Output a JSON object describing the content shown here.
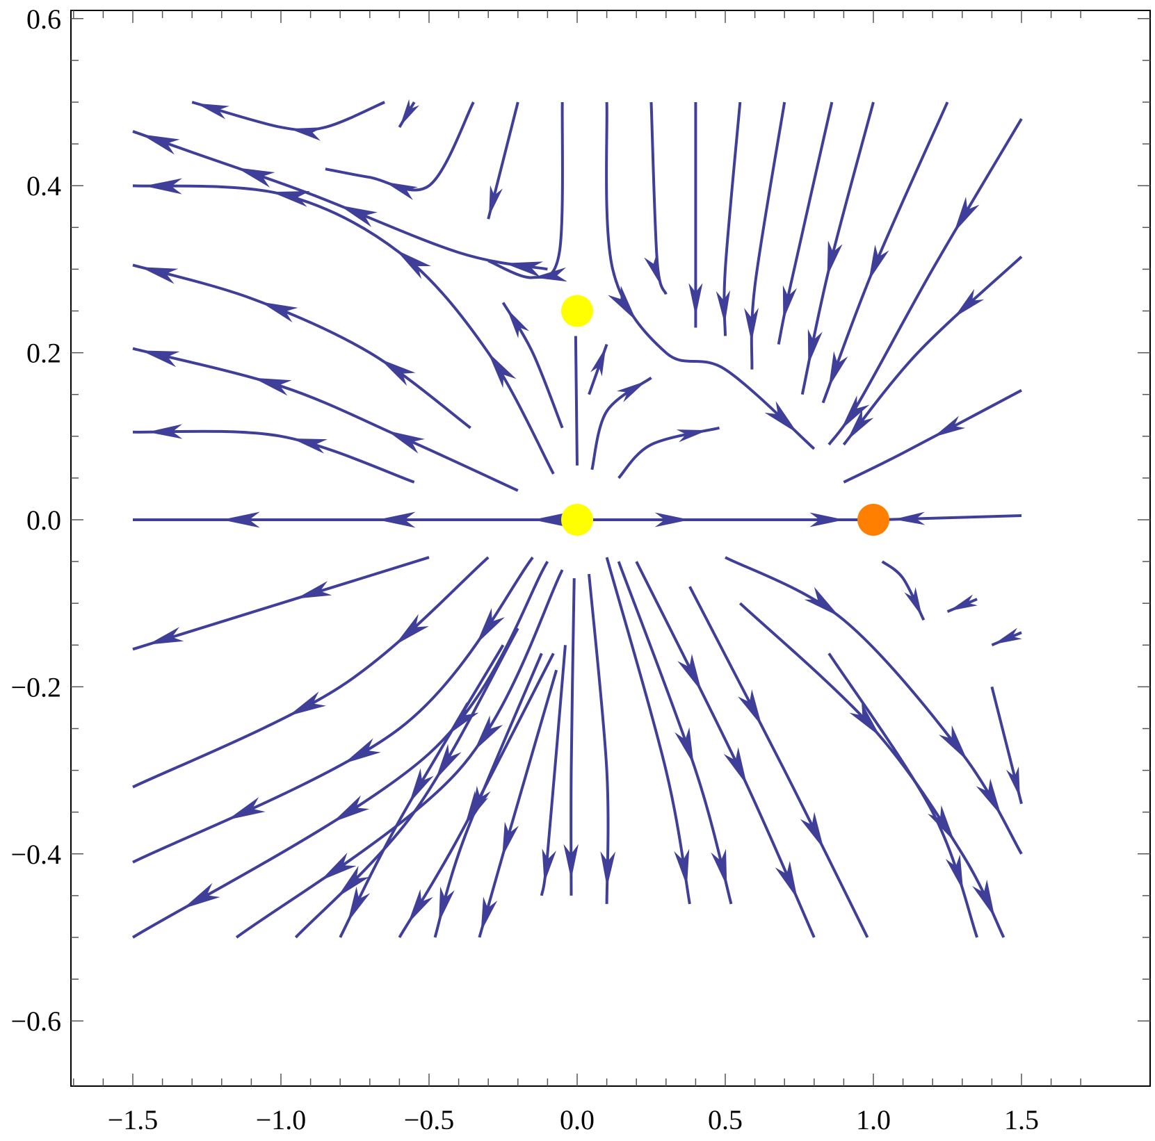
{
  "chart_data": {
    "type": "streamplot",
    "title": "",
    "xlabel": "",
    "ylabel": "",
    "xlim": [
      -1.7,
      1.7
    ],
    "ylim": [
      -0.6,
      0.6
    ],
    "grid": false,
    "x_ticks": [
      -1.5,
      -1.0,
      -0.5,
      0.0,
      0.5,
      1.0,
      1.5
    ],
    "x_tick_labels": [
      "−1.5",
      "−1.0",
      "−0.5",
      "0.0",
      "0.5",
      "1.0",
      "1.5"
    ],
    "y_ticks": [
      -0.6,
      -0.4,
      -0.2,
      0.0,
      0.2,
      0.4,
      0.6
    ],
    "y_tick_labels": [
      "−0.6",
      "−0.4",
      "−0.2",
      "0.0",
      "0.2",
      "0.4",
      "0.6"
    ],
    "stream_color": "#3f3f9a",
    "fixed_points": [
      {
        "x": 0.0,
        "y": 0.25,
        "color": "#ffff00",
        "label": "yellow point"
      },
      {
        "x": 0.0,
        "y": 0.0,
        "color": "#ffff00",
        "label": "yellow point"
      },
      {
        "x": 1.0,
        "y": 0.0,
        "color": "#ff8000",
        "label": "orange point"
      }
    ],
    "streamlines": [
      {
        "points": [
          [
            0.0,
            0.0
          ],
          [
            -0.5,
            0.0
          ],
          [
            -1.0,
            0.0
          ],
          [
            -1.5,
            0.0
          ]
        ],
        "arrows": [
          0.1,
          0.45,
          0.8
        ]
      },
      {
        "points": [
          [
            0.0,
            0.0
          ],
          [
            0.5,
            0.0
          ],
          [
            0.95,
            0.0
          ]
        ],
        "arrows": [
          0.4,
          0.95
        ]
      },
      {
        "points": [
          [
            1.5,
            0.005
          ],
          [
            1.02,
            0.0
          ]
        ],
        "arrows": [
          0.9
        ]
      },
      {
        "points": [
          [
            -0.55,
            0.045
          ],
          [
            -1.0,
            0.1
          ],
          [
            -1.5,
            0.105
          ]
        ],
        "arrows": [
          0.45,
          0.95
        ]
      },
      {
        "points": [
          [
            -0.2,
            0.035
          ],
          [
            -0.6,
            0.1
          ],
          [
            -1.0,
            0.16
          ],
          [
            -1.5,
            0.205
          ]
        ],
        "arrows": [
          0.35,
          0.7,
          0.98
        ]
      },
      {
        "points": [
          [
            -0.36,
            0.11
          ],
          [
            -0.7,
            0.2
          ],
          [
            -1.1,
            0.265
          ],
          [
            -1.5,
            0.305
          ]
        ],
        "arrows": [
          0.3,
          0.65,
          0.98
        ]
      },
      {
        "points": [
          [
            -0.08,
            0.055
          ],
          [
            -0.3,
            0.2
          ],
          [
            -0.6,
            0.32
          ],
          [
            -1.0,
            0.39
          ],
          [
            -1.5,
            0.4
          ]
        ],
        "arrows": [
          0.25,
          0.5,
          0.75,
          0.98
        ]
      },
      {
        "points": [
          [
            -0.1,
            0.3
          ],
          [
            -0.4,
            0.32
          ],
          [
            -0.9,
            0.39
          ],
          [
            -1.3,
            0.44
          ],
          [
            -1.5,
            0.465
          ]
        ],
        "arrows": [
          0.1,
          0.5,
          0.75,
          0.98
        ]
      },
      {
        "points": [
          [
            -0.65,
            0.5
          ],
          [
            -0.85,
            0.47
          ],
          [
            -1.0,
            0.47
          ],
          [
            -1.3,
            0.5
          ]
        ],
        "arrows": [
          0.5,
          0.98
        ]
      },
      {
        "points": [
          [
            -0.35,
            0.5
          ],
          [
            -0.5,
            0.4
          ],
          [
            -0.7,
            0.41
          ],
          [
            -0.85,
            0.42
          ]
        ],
        "arrows": [
          0.7
        ]
      },
      {
        "points": [
          [
            -0.2,
            0.5
          ],
          [
            -0.3,
            0.36
          ]
        ],
        "arrows": [
          0.98
        ]
      },
      {
        "points": [
          [
            -0.05,
            0.5
          ],
          [
            -0.06,
            0.32
          ],
          [
            -0.15,
            0.29
          ],
          [
            -0.3,
            0.31
          ]
        ],
        "arrows": [
          0.8
        ]
      },
      {
        "points": [
          [
            -0.55,
            0.5
          ],
          [
            -0.6,
            0.47
          ]
        ],
        "arrows": [
          0.98
        ]
      },
      {
        "points": [
          [
            -0.05,
            0.11
          ],
          [
            -0.15,
            0.2
          ],
          [
            -0.25,
            0.26
          ]
        ],
        "arrows": [
          0.95
        ]
      },
      {
        "points": [
          [
            0.0,
            0.065
          ],
          [
            -0.005,
            0.22
          ]
        ],
        "arrows": []
      },
      {
        "points": [
          [
            0.04,
            0.15
          ],
          [
            0.1,
            0.21
          ]
        ],
        "arrows": [
          0.95
        ]
      },
      {
        "points": [
          [
            0.05,
            0.06
          ],
          [
            0.1,
            0.13
          ],
          [
            0.25,
            0.17
          ]
        ],
        "arrows": [
          0.95
        ]
      },
      {
        "points": [
          [
            0.14,
            0.05
          ],
          [
            0.25,
            0.09
          ],
          [
            0.48,
            0.11
          ]
        ],
        "arrows": [
          0.9
        ]
      },
      {
        "points": [
          [
            0.1,
            0.5
          ],
          [
            0.12,
            0.3
          ],
          [
            0.3,
            0.2
          ],
          [
            0.5,
            0.18
          ],
          [
            0.8,
            0.085
          ]
        ],
        "arrows": [
          0.5,
          0.95
        ]
      },
      {
        "points": [
          [
            0.25,
            0.5
          ],
          [
            0.27,
            0.31
          ],
          [
            0.3,
            0.27
          ]
        ],
        "arrows": [
          0.95
        ]
      },
      {
        "points": [
          [
            0.4,
            0.5
          ],
          [
            0.4,
            0.3
          ],
          [
            0.4,
            0.23
          ]
        ],
        "arrows": [
          0.95
        ]
      },
      {
        "points": [
          [
            0.55,
            0.5
          ],
          [
            0.5,
            0.3
          ],
          [
            0.5,
            0.22
          ]
        ],
        "arrows": [
          0.95
        ]
      },
      {
        "points": [
          [
            0.7,
            0.5
          ],
          [
            0.6,
            0.28
          ],
          [
            0.59,
            0.18
          ]
        ],
        "arrows": [
          0.9
        ]
      },
      {
        "points": [
          [
            0.86,
            0.5
          ],
          [
            0.72,
            0.28
          ],
          [
            0.68,
            0.21
          ]
        ],
        "arrows": [
          0.9
        ]
      },
      {
        "points": [
          [
            1.0,
            0.5
          ],
          [
            0.85,
            0.3
          ],
          [
            0.76,
            0.15
          ]
        ],
        "arrows": [
          0.6,
          0.9
        ]
      },
      {
        "points": [
          [
            1.25,
            0.5
          ],
          [
            1.0,
            0.3
          ],
          [
            0.83,
            0.14
          ]
        ],
        "arrows": [
          0.6,
          0.95
        ]
      },
      {
        "points": [
          [
            1.5,
            0.48
          ],
          [
            1.2,
            0.3
          ],
          [
            0.95,
            0.14
          ],
          [
            0.85,
            0.09
          ]
        ],
        "arrows": [
          0.35,
          0.95
        ]
      },
      {
        "points": [
          [
            1.5,
            0.315
          ],
          [
            1.15,
            0.2
          ],
          [
            0.9,
            0.09
          ]
        ],
        "arrows": [
          0.35,
          0.98
        ]
      },
      {
        "points": [
          [
            1.5,
            0.155
          ],
          [
            1.1,
            0.08
          ],
          [
            0.9,
            0.045
          ]
        ],
        "arrows": [
          0.5
        ]
      },
      {
        "points": [
          [
            -0.5,
            -0.045
          ],
          [
            -1.0,
            -0.1
          ],
          [
            -1.5,
            -0.155
          ]
        ],
        "arrows": [
          0.45,
          0.95
        ]
      },
      {
        "points": [
          [
            -0.3,
            -0.045
          ],
          [
            -0.8,
            -0.2
          ],
          [
            -1.5,
            -0.32
          ]
        ],
        "arrows": [
          0.3,
          0.6
        ]
      },
      {
        "points": [
          [
            -0.15,
            -0.045
          ],
          [
            -0.6,
            -0.25
          ],
          [
            -1.5,
            -0.41
          ]
        ],
        "arrows": [
          0.2,
          0.55,
          0.8
        ]
      },
      {
        "points": [
          [
            -0.1,
            -0.05
          ],
          [
            -0.5,
            -0.28
          ],
          [
            -1.5,
            -0.5
          ]
        ],
        "arrows": [
          0.35,
          0.6,
          0.9
        ]
      },
      {
        "points": [
          [
            -0.05,
            -0.06
          ],
          [
            -0.4,
            -0.3
          ],
          [
            -1.15,
            -0.5
          ]
        ],
        "arrows": [
          0.4,
          0.8
        ]
      },
      {
        "points": [
          [
            -0.2,
            -0.13
          ],
          [
            -0.55,
            -0.35
          ],
          [
            -0.95,
            -0.5
          ]
        ],
        "arrows": [
          0.45,
          0.85
        ]
      },
      {
        "points": [
          [
            -0.25,
            -0.15
          ],
          [
            -0.6,
            -0.36
          ],
          [
            -0.8,
            -0.5
          ]
        ],
        "arrows": [
          0.55,
          0.95
        ]
      },
      {
        "points": [
          [
            -0.08,
            -0.16
          ],
          [
            -0.4,
            -0.38
          ],
          [
            -0.6,
            -0.5
          ]
        ],
        "arrows": [
          0.6,
          0.95
        ]
      },
      {
        "points": [
          [
            -0.12,
            -0.16
          ],
          [
            -0.38,
            -0.38
          ],
          [
            -0.48,
            -0.5
          ]
        ],
        "arrows": [
          0.6,
          0.95
        ]
      },
      {
        "points": [
          [
            -0.07,
            -0.18
          ],
          [
            -0.25,
            -0.4
          ],
          [
            -0.33,
            -0.5
          ]
        ],
        "arrows": [
          0.7,
          0.98
        ]
      },
      {
        "points": [
          [
            -0.04,
            -0.15
          ],
          [
            -0.1,
            -0.4
          ],
          [
            -0.12,
            -0.45
          ]
        ],
        "arrows": [
          0.95
        ]
      },
      {
        "points": [
          [
            -0.01,
            -0.07
          ],
          [
            -0.02,
            -0.3
          ],
          [
            -0.02,
            -0.45
          ]
        ],
        "arrows": [
          0.95
        ]
      },
      {
        "points": [
          [
            0.04,
            -0.065
          ],
          [
            0.1,
            -0.3
          ],
          [
            0.1,
            -0.46
          ]
        ],
        "arrows": [
          0.95
        ]
      },
      {
        "points": [
          [
            0.1,
            -0.045
          ],
          [
            0.3,
            -0.3
          ],
          [
            0.38,
            -0.46
          ]
        ],
        "arrows": [
          0.95
        ]
      },
      {
        "points": [
          [
            0.14,
            -0.05
          ],
          [
            0.4,
            -0.3
          ],
          [
            0.52,
            -0.46
          ]
        ],
        "arrows": [
          0.6,
          0.95
        ]
      },
      {
        "points": [
          [
            0.2,
            -0.05
          ],
          [
            0.55,
            -0.3
          ],
          [
            0.8,
            -0.5
          ]
        ],
        "arrows": [
          0.35,
          0.6,
          0.9
        ]
      },
      {
        "points": [
          [
            0.38,
            -0.08
          ],
          [
            0.7,
            -0.3
          ],
          [
            0.98,
            -0.5
          ]
        ],
        "arrows": [
          0.4,
          0.75
        ]
      },
      {
        "points": [
          [
            0.5,
            -0.045
          ],
          [
            0.9,
            -0.12
          ],
          [
            1.3,
            -0.28
          ],
          [
            1.5,
            -0.4
          ]
        ],
        "arrows": [
          0.3,
          0.75,
          0.9
        ]
      },
      {
        "points": [
          [
            0.55,
            -0.1
          ],
          [
            1.0,
            -0.25
          ],
          [
            1.3,
            -0.4
          ],
          [
            1.44,
            -0.5
          ]
        ],
        "arrows": [
          0.45,
          0.75,
          0.95
        ]
      },
      {
        "points": [
          [
            0.85,
            -0.16
          ],
          [
            1.2,
            -0.35
          ],
          [
            1.35,
            -0.5
          ]
        ],
        "arrows": [
          0.85
        ]
      },
      {
        "points": [
          [
            1.5,
            -0.135
          ],
          [
            1.4,
            -0.15
          ]
        ],
        "arrows": [
          0.95
        ]
      },
      {
        "points": [
          [
            1.35,
            -0.095
          ],
          [
            1.25,
            -0.11
          ]
        ],
        "arrows": [
          0.95
        ]
      },
      {
        "points": [
          [
            1.03,
            -0.05
          ],
          [
            1.1,
            -0.07
          ],
          [
            1.17,
            -0.12
          ]
        ],
        "arrows": [
          0.95
        ]
      },
      {
        "points": [
          [
            1.4,
            -0.2
          ],
          [
            1.5,
            -0.34
          ]
        ],
        "arrows": [
          0.95
        ]
      }
    ]
  }
}
